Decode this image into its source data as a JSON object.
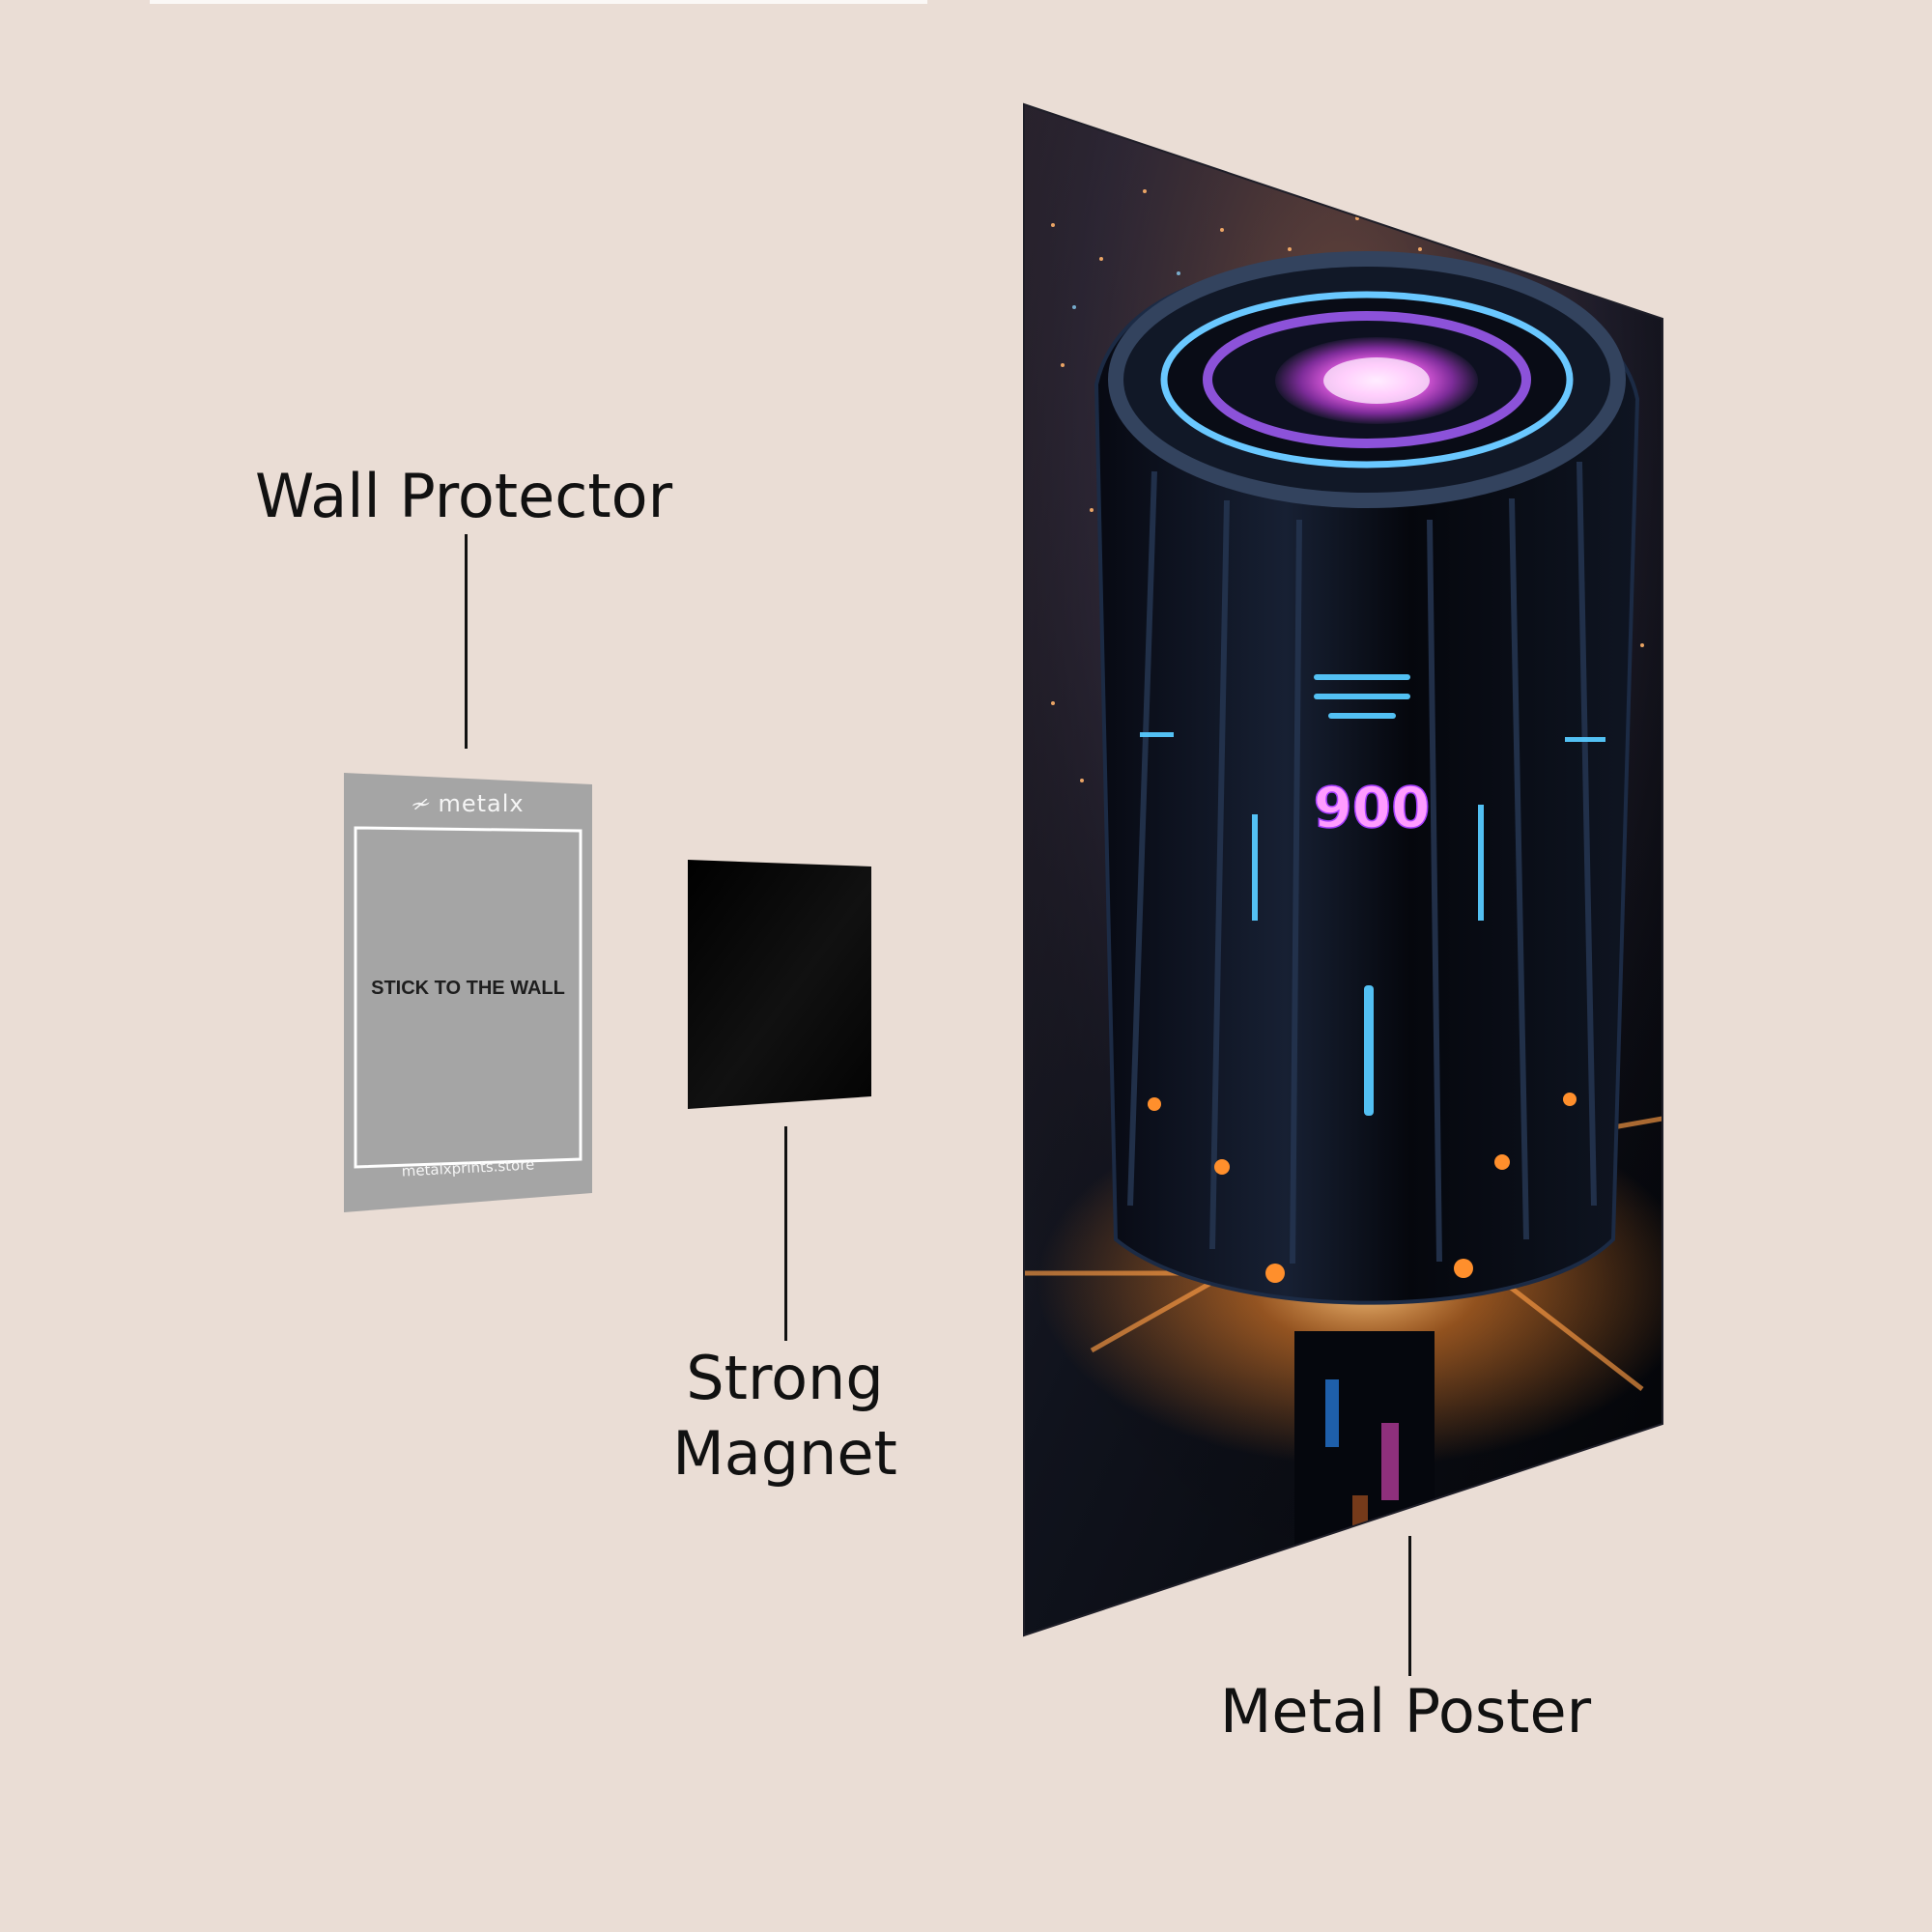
{
  "labels": {
    "wall_protector": "Wall Protector",
    "strong_magnet_line1": "Strong",
    "strong_magnet_line2": "Magnet",
    "metal_poster": "Metal Poster"
  },
  "wall_protector_sheet": {
    "brand": "metalx",
    "instruction": "STICK TO THE WALL",
    "url": "metalxprints.store"
  },
  "poster_art": {
    "number": "900",
    "subject": "futuristic glowing cylindrical tower in a night city"
  },
  "colors": {
    "background": "#eaddd5",
    "text": "#111111",
    "protector_gray": "#a5a5a5",
    "magnet_black": "#000000",
    "poster_dark": "#11131c",
    "neon_pink": "#ff5cf3",
    "neon_blue": "#58cfff",
    "glow_orange": "#ff9b37"
  }
}
